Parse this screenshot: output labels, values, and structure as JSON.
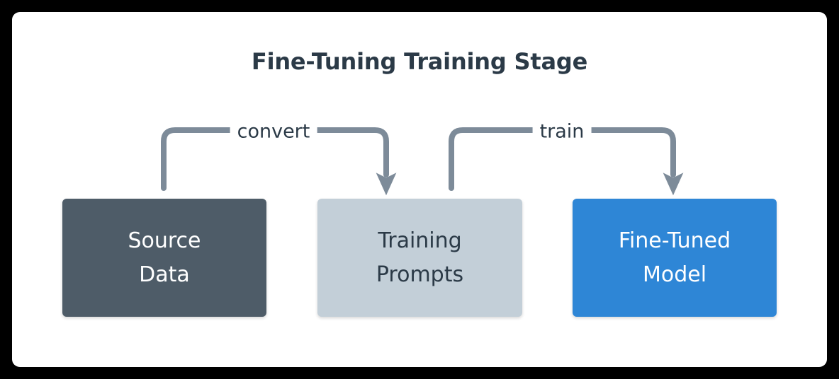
{
  "diagram": {
    "title": "Fine-Tuning Training Stage",
    "background_color": "#000000",
    "card_color": "#ffffff",
    "nodes": [
      {
        "id": "source-data",
        "line1": "Source",
        "line2": "Data",
        "fill": "#4e5c68",
        "text_color": "#ffffff"
      },
      {
        "id": "training-prompts",
        "line1": "Training",
        "line2": "Prompts",
        "fill": "#c3cfd8",
        "text_color": "#2b3a47"
      },
      {
        "id": "finetuned-model",
        "line1": "Fine-Tuned",
        "line2": "Model",
        "fill": "#2e86d6",
        "text_color": "#ffffff"
      }
    ],
    "edges": [
      {
        "id": "convert",
        "label": "convert",
        "from": "source-data",
        "to": "training-prompts",
        "color": "#7d8b99"
      },
      {
        "id": "train",
        "label": "train",
        "from": "training-prompts",
        "to": "finetuned-model",
        "color": "#7d8b99"
      }
    ]
  }
}
